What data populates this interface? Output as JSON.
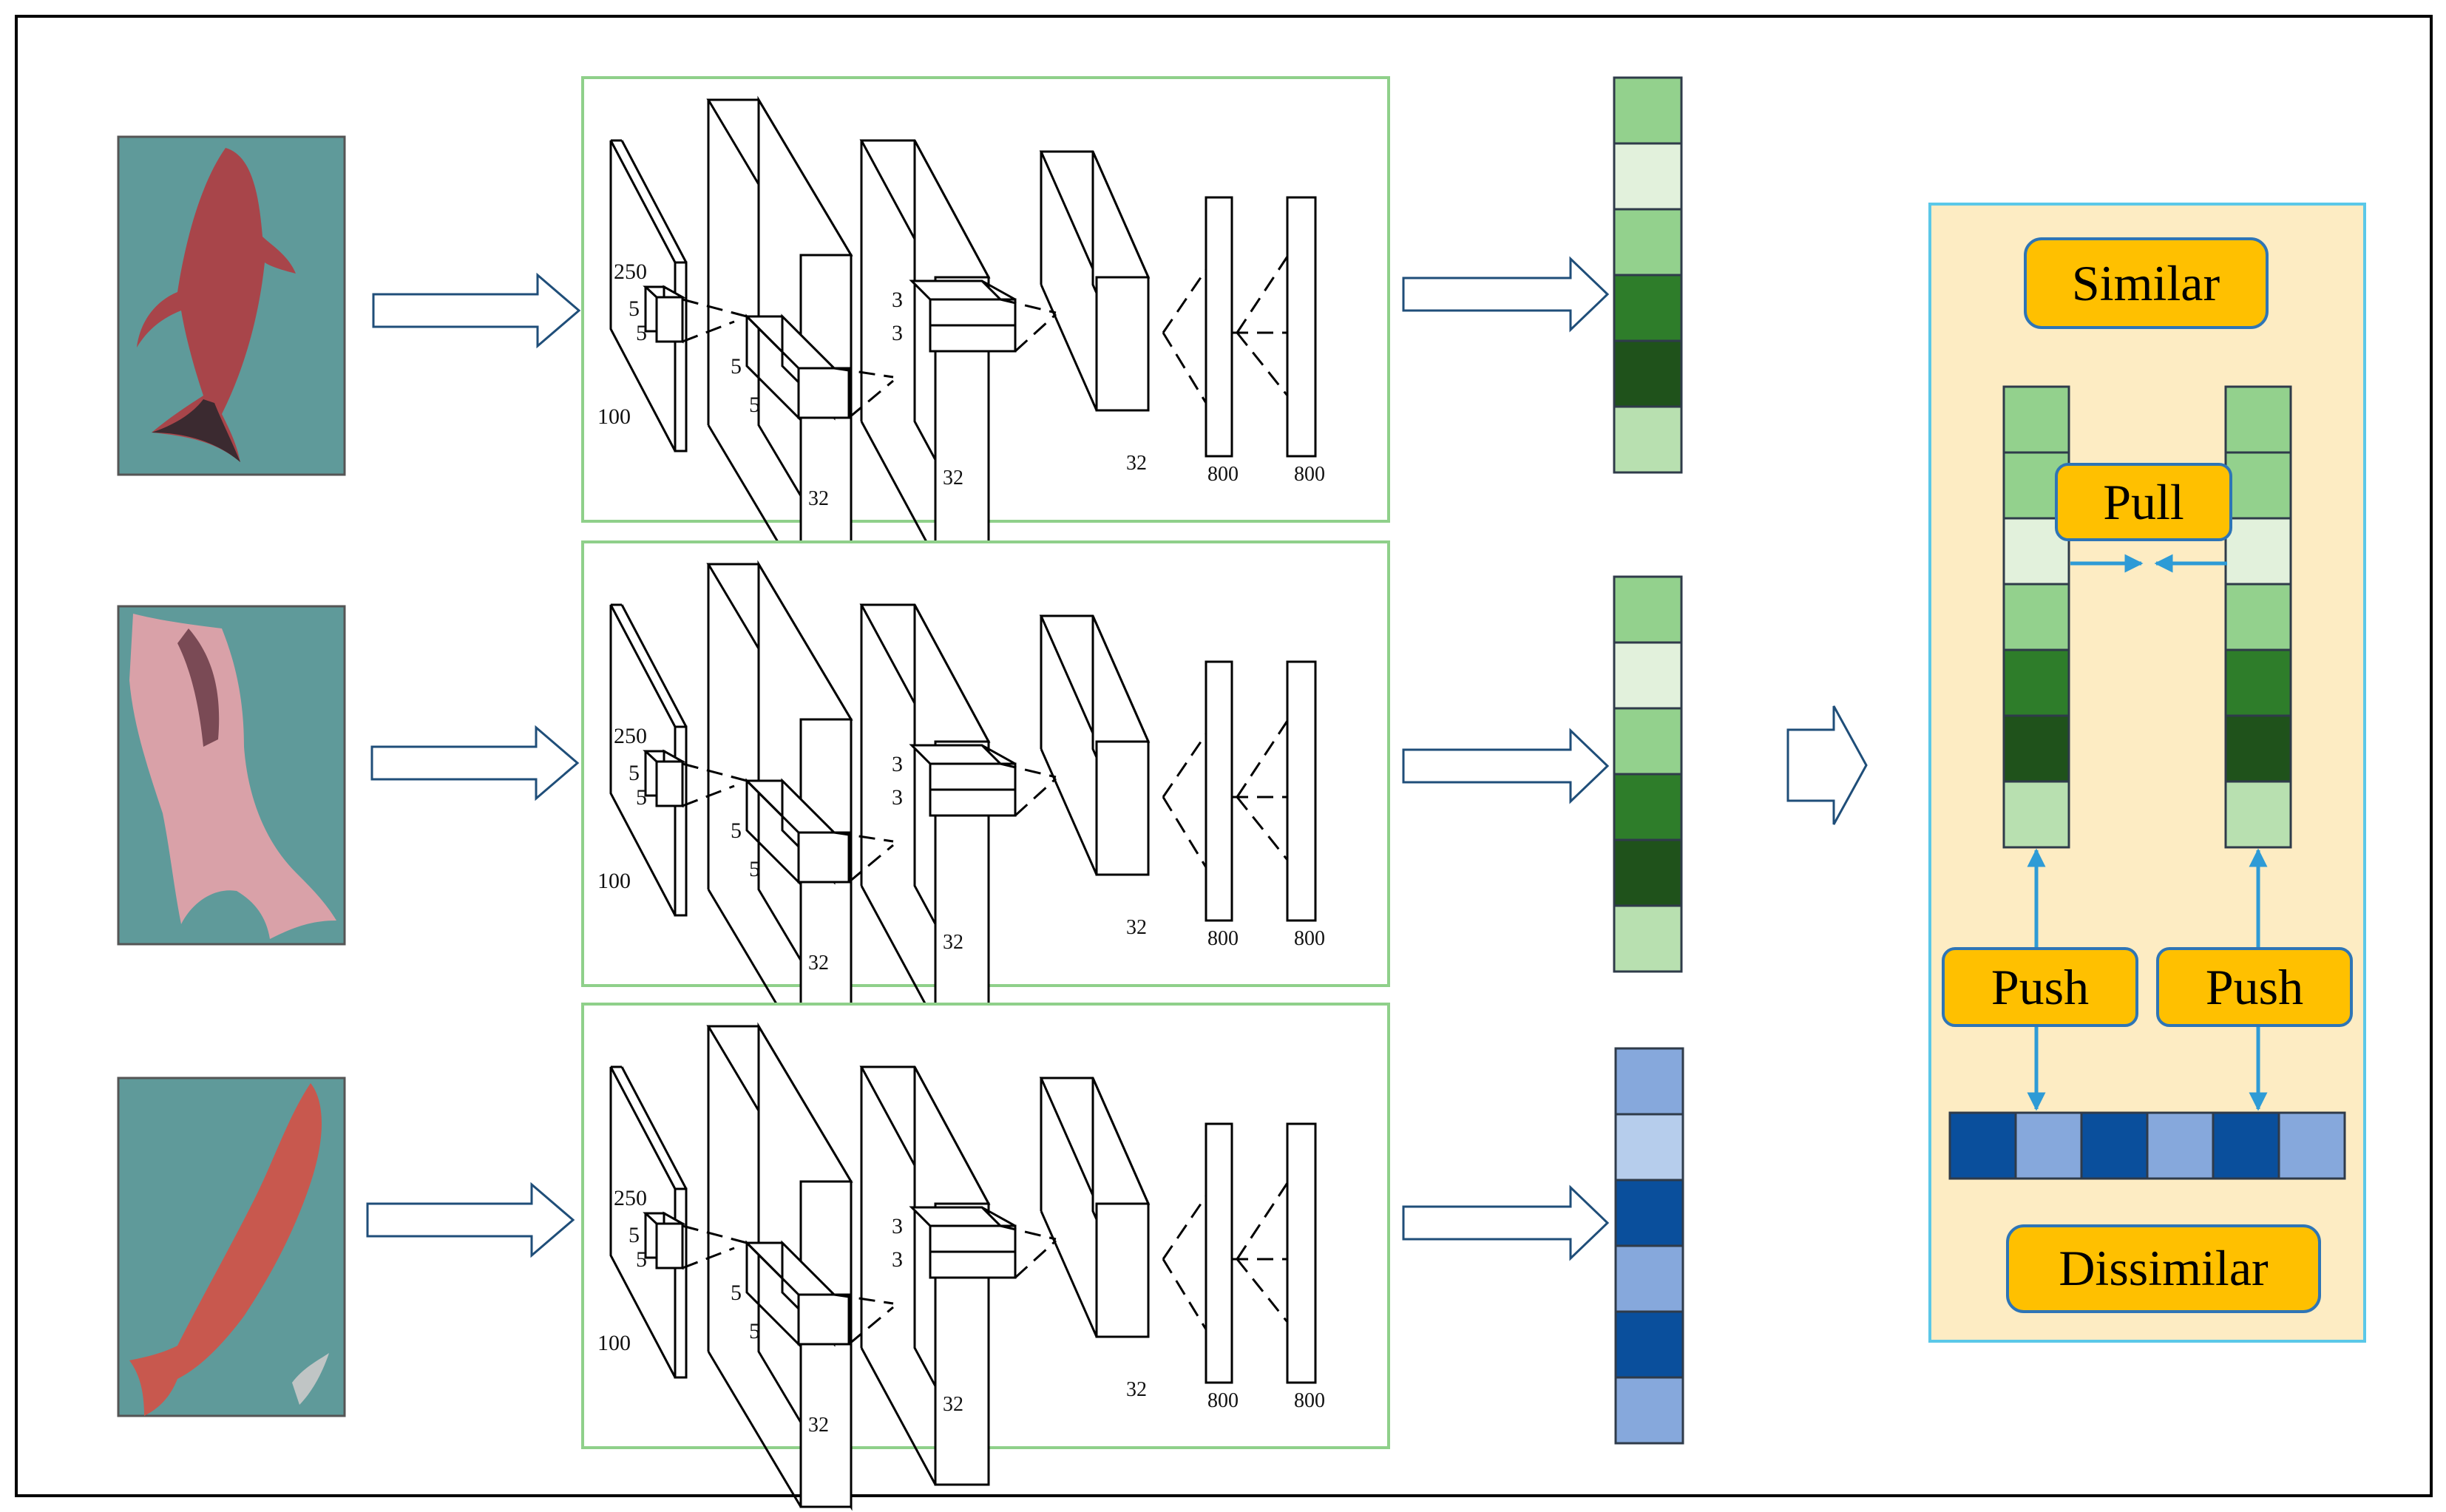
{
  "colors": {
    "frame": "#000000",
    "panel_border": "#8fd08a",
    "arrow_outline": "#1f4e79",
    "right_panel_fill": "#fdecc3",
    "right_panel_border": "#5bc8e8",
    "tag_fill": "#ffc000",
    "tag_border": "#2e75b6",
    "link_arrow": "#2e9bd6",
    "water": "#5f9a9a",
    "fish_1": "#a8454a",
    "fish_2": "#d9a1a8",
    "fish_3": "#c8584e"
  },
  "cnn_labels": {
    "input_h": "250",
    "input_w": "100",
    "k1a": "5",
    "k1b": "5",
    "k2a": "5",
    "k2b": "5",
    "k3a": "3",
    "k3b": "3",
    "c1": "32",
    "c2": "32",
    "c3": "32",
    "fc1": "800",
    "fc2": "800"
  },
  "feature_vectors": [
    {
      "cells": [
        "#93d18d",
        "#e2f1dc",
        "#93d18d",
        "#2e7d2a",
        "#1f521b",
        "#b8e0b0"
      ]
    },
    {
      "cells": [
        "#93d18d",
        "#e2f1dc",
        "#93d18d",
        "#2e7d2a",
        "#1f521b",
        "#b8e0b0"
      ]
    },
    {
      "cells": [
        "#86a8dc",
        "#b6cdec",
        "#0a4f9c",
        "#86a8dc",
        "#0a4f9c",
        "#86a8dc"
      ]
    }
  ],
  "metric": {
    "similar_label": "Similar",
    "pull_label": "Pull",
    "push_left_label": "Push",
    "push_right_label": "Push",
    "dissimilar_label": "Dissimilar",
    "column_left": [
      "#93d18d",
      "#93d18d",
      "#e2f1dc",
      "#93d18d",
      "#2e7d2a",
      "#1f521b",
      "#b8e0b0"
    ],
    "column_right": [
      "#93d18d",
      "#93d18d",
      "#e2f1dc",
      "#93d18d",
      "#2e7d2a",
      "#1f521b",
      "#b8e0b0"
    ],
    "row_bottom": [
      "#0a4f9c",
      "#86a8dc",
      "#0a4f9c",
      "#86a8dc",
      "#0a4f9c",
      "#86a8dc"
    ]
  }
}
